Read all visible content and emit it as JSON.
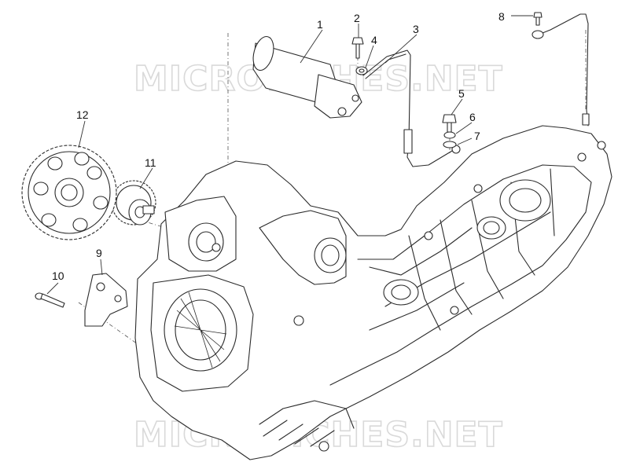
{
  "watermark": {
    "top_text": "MICROFICHES.NET",
    "bottom_text": "MICROFICHES.NET"
  },
  "callouts": [
    {
      "id": "1",
      "label": "1"
    },
    {
      "id": "2",
      "label": "2"
    },
    {
      "id": "3",
      "label": "3"
    },
    {
      "id": "4",
      "label": "4"
    },
    {
      "id": "5",
      "label": "5"
    },
    {
      "id": "6",
      "label": "6"
    },
    {
      "id": "7",
      "label": "7"
    },
    {
      "id": "8",
      "label": "8"
    },
    {
      "id": "9",
      "label": "9"
    },
    {
      "id": "10",
      "label": "10"
    },
    {
      "id": "11",
      "label": "11"
    },
    {
      "id": "12",
      "label": "12"
    }
  ],
  "colors": {
    "line": "#2b2b2b",
    "watermark": "#d9d9d9",
    "background": "#ffffff"
  }
}
